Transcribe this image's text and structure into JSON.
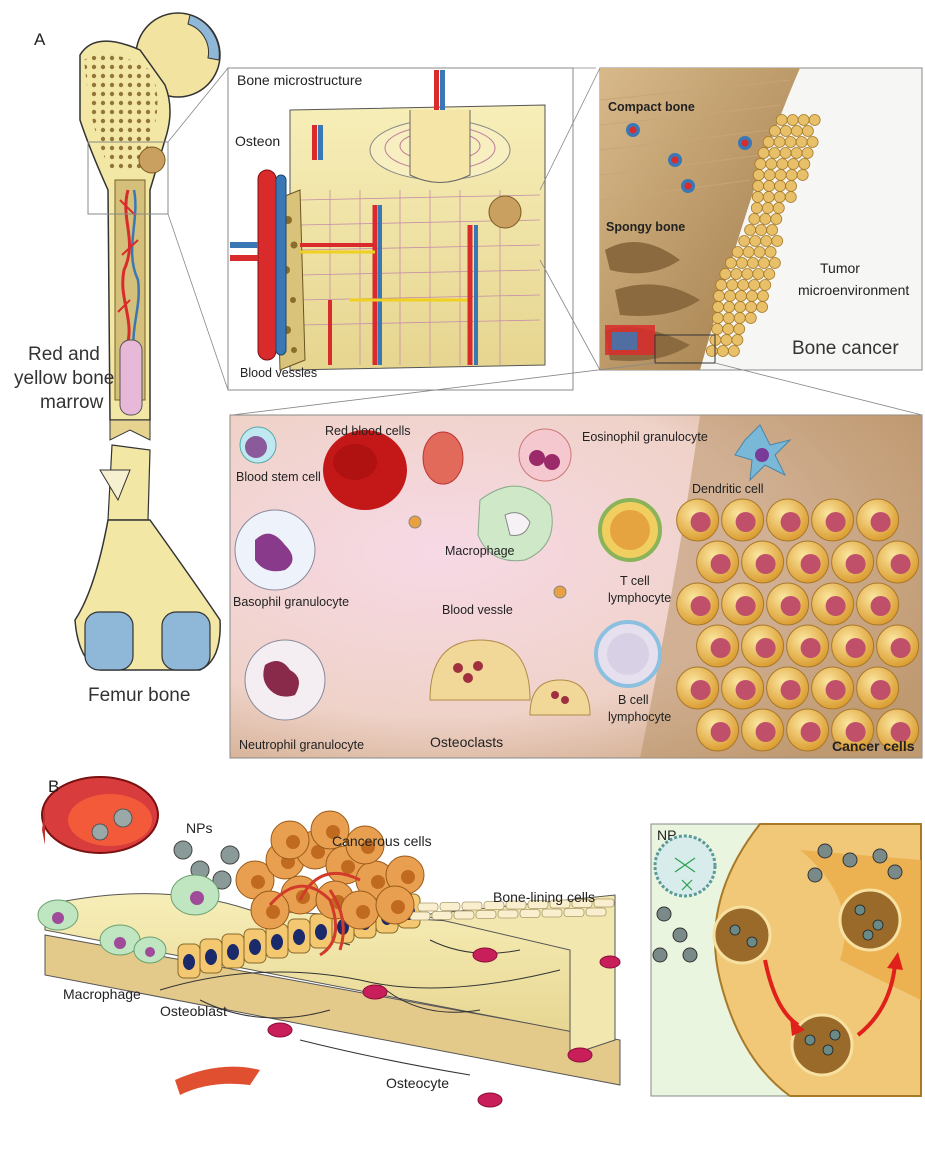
{
  "panel_a": {
    "letter": "A",
    "femur": {
      "marrow_label_line1": "Red and",
      "marrow_label_line2": "yellow bone",
      "marrow_label_line3": "marrow",
      "bone_label": "Femur bone"
    },
    "microstructure": {
      "title": "Bone microstructure",
      "osteon": "Osteon",
      "vessels": "Blood vessles"
    },
    "cancer_inset": {
      "compact": "Compact bone",
      "spongy": "Spongy bone",
      "tumor_line1": "Tumor",
      "tumor_line2": "microenvironment",
      "title": "Bone cancer"
    },
    "microenv": {
      "rbc": "Red blood cells",
      "eosinophil": "Eosinophil granulocyte",
      "stem": "Blood stem cell",
      "dendritic": "Dendritic cell",
      "macrophage": "Macrophage",
      "tcell_line1": "T cell",
      "tcell_line2": "lymphocyte",
      "basophil": "Basophil granulocyte",
      "vessel": "Blood vessle",
      "bcell_line1": "B cell",
      "bcell_line2": "lymphocyte",
      "neutrophil": "Neutrophil granulocyte",
      "osteoclasts": "Osteoclasts",
      "cancer": "Cancer cells"
    }
  },
  "panel_b": {
    "letter": "B",
    "nps": "NPs",
    "cancerous": "Cancerous cells",
    "lining": "Bone-lining cells",
    "macrophage": "Macrophage",
    "osteoblast": "Osteoblast",
    "osteocyte": "Osteocyte",
    "np": "NP"
  },
  "colors": {
    "bone": "#f3e7a6",
    "bone_dark": "#8a6d2a",
    "artery": "#d92b2b",
    "vein": "#3a78b5",
    "cartilage": "#8fb8d8",
    "marrow": "#e8b8d8",
    "microenv_bg": "#f2d6de",
    "cancer_cell": "#e8b640",
    "osteocyte": "#c81e5a"
  }
}
